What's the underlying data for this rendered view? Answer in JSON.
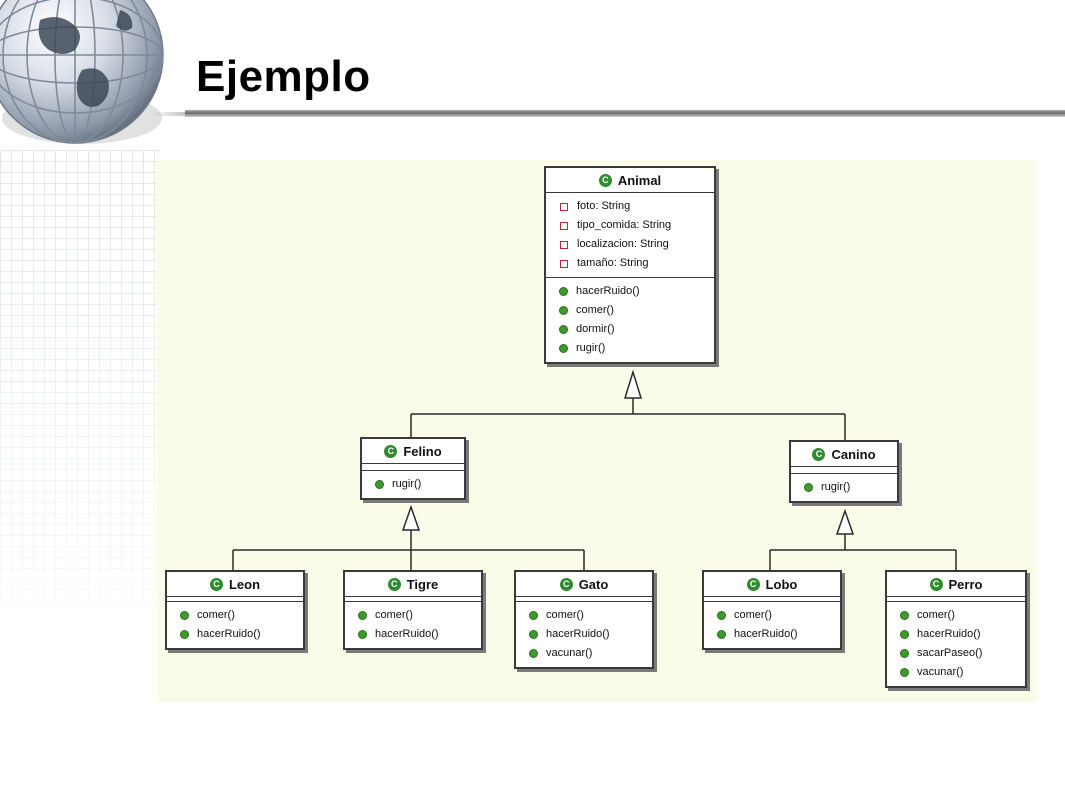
{
  "slide": {
    "title": "Ejemplo"
  },
  "diagram": {
    "animal": {
      "name": "Animal",
      "attributes": [
        "foto: String",
        "tipo_comida: String",
        "localizacion: String",
        "tamaño: String"
      ],
      "methods": [
        "hacerRuido()",
        "comer()",
        "dormir()",
        "rugir()"
      ]
    },
    "felino": {
      "name": "Felino",
      "methods": [
        "rugir()"
      ]
    },
    "canino": {
      "name": "Canino",
      "methods": [
        "rugir()"
      ]
    },
    "leon": {
      "name": "Leon",
      "methods": [
        "comer()",
        "hacerRuido()"
      ]
    },
    "tigre": {
      "name": "Tigre",
      "methods": [
        "comer()",
        "hacerRuido()"
      ]
    },
    "gato": {
      "name": "Gato",
      "methods": [
        "comer()",
        "hacerRuido()",
        "vacunar()"
      ]
    },
    "lobo": {
      "name": "Lobo",
      "methods": [
        "comer()",
        "hacerRuido()"
      ]
    },
    "perro": {
      "name": "Perro",
      "methods": [
        "comer()",
        "hacerRuido()",
        "sacarPaseo()",
        "vacunar()"
      ]
    }
  }
}
